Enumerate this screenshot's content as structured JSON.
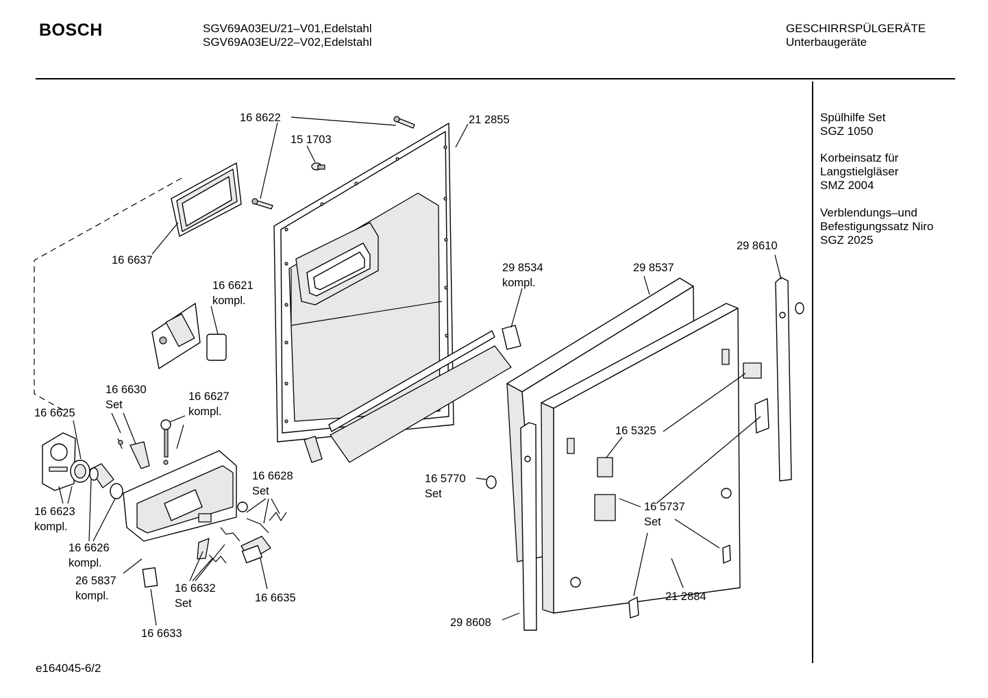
{
  "header": {
    "brand": "BOSCH",
    "model_lines": [
      "SGV69A03EU/21–V01,Edelstahl",
      "SGV69A03EU/22–V02,Edelstahl"
    ],
    "category_lines": [
      "GESCHIRRSPÜLGERÄTE",
      "Unterbaugeräte"
    ]
  },
  "accessories": [
    [
      "Spülhilfe Set",
      "SGZ 1050"
    ],
    [
      "Korbeinsatz für",
      "Langstielgläser",
      "SMZ 2004"
    ],
    [
      "Verblendungs–und",
      "Befestigungssatz Niro",
      "SGZ 2025"
    ]
  ],
  "part_labels": {
    "p168622": "16 8622",
    "p151703": "15 1703",
    "p212855": "21 2855",
    "p166637": "16 6637",
    "p166621": [
      "16 6621",
      "kompl."
    ],
    "p166630": [
      "16 6630",
      "Set"
    ],
    "p166627": [
      "16 6627",
      "kompl."
    ],
    "p166625": "16 6625",
    "p166623": [
      "16 6623",
      "kompl."
    ],
    "p166626": [
      "16 6626",
      "kompl."
    ],
    "p265837": [
      "26 5837",
      "kompl."
    ],
    "p166628": [
      "16 6628",
      "Set"
    ],
    "p166632": [
      "16 6632",
      "Set"
    ],
    "p166635": "16 6635",
    "p166633": "16 6633",
    "p298534": [
      "29 8534",
      "kompl."
    ],
    "p298537": "29 8537",
    "p298610": "29 8610",
    "p165325": "16 5325",
    "p165770": [
      "16 5770",
      "Set"
    ],
    "p165737": [
      "16 5737",
      "Set"
    ],
    "p212884": "21 2884",
    "p298608": "29 8608"
  },
  "footer": {
    "drawing_id": "e164045-6/2"
  }
}
